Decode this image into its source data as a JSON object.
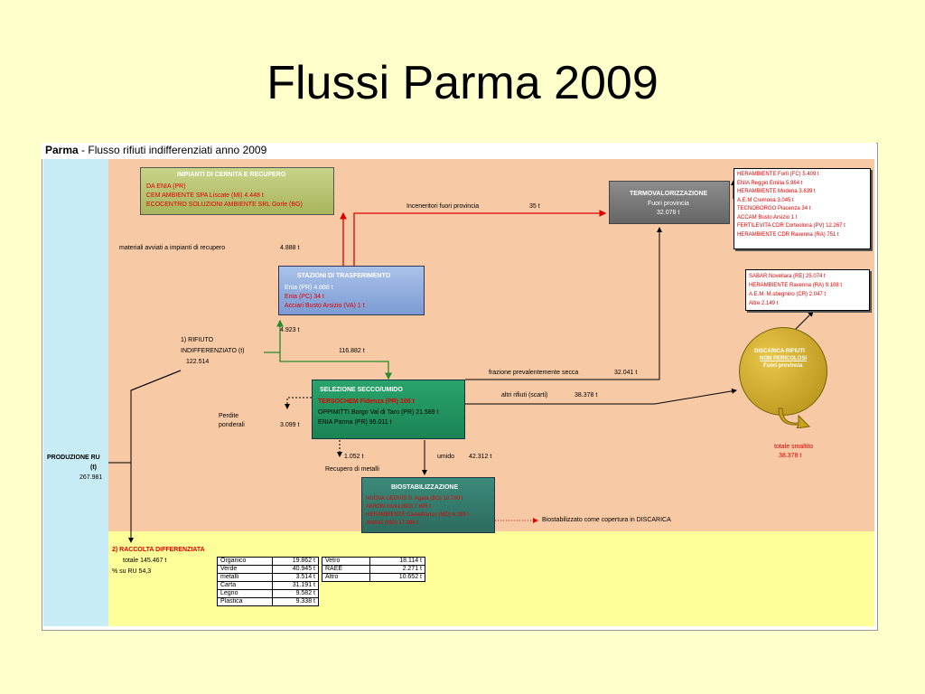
{
  "slide": {
    "title": "Flussi Parma 2009"
  },
  "panel": {
    "header_bold": "Parma",
    "header_rest": " - Flusso rifiuti indifferenziati anno 2009"
  },
  "cernita": {
    "title": "IMPIANTI DI CERNITA E RECUPERO",
    "lines": [
      "DA ENIA (PR)",
      "CEM AMBIENTE SPA Liscate (MI) 4.448 t",
      "ECOCENTRO SOLUZIONI AMBIENTE SRL Gorle (BG)"
    ]
  },
  "termo": {
    "title": "TERMOVALORIZZAZIONE",
    "line1": "Fuori provincia",
    "line2": "32.078 t"
  },
  "stazioni": {
    "title": "STAZIONI DI TRASFERIMENTO",
    "lines": [
      "Enia (PR) 4.888 t",
      "Enia (PC) 34 t",
      "Acciari Busto Arsizio (VA) 1 t"
    ]
  },
  "selezione": {
    "title": "SELEZIONE SECCO/UMIDO",
    "lines": [
      "TERSOCHEM Fidenza (PR) 100 t",
      "OPPIMITTI Borgo Val di Taro (PR) 21.589 t",
      "ENIA Parma (PR) 95.011 t"
    ]
  },
  "biostab": {
    "title": "BIOSTABILIZZAZIONE",
    "lines": [
      "NUOVA GEOVIS S. Agata (BO) 10.790 t",
      "AKRON Imola (BO) 7.605 t",
      "HERAMBIENTE Castelfranco (MO) 6.299 t",
      "AIMAG (MO) 17.686 t"
    ]
  },
  "discarica": {
    "line1": "DISCARICA RIFIUTI",
    "line2": "NON PERICOLOSI",
    "line3": "Fuori provincia"
  },
  "list_termo": [
    "HERAMBIENTE Forlì (FC) 5.409 t",
    "ENIA Reggio Emilia 5.964 t",
    "HERAMBIENTE Modena 3.639 t",
    "A.E.M Cremona 3.045 t",
    "TECNOBORGO Piacenza 34 t",
    "ACCAM Busto Arsizio 1 t",
    "FERTILEVITA CDR Corteolona (PV) 12.267 t",
    "HERAMBIENTE CDR Ravenna (RA) 751 t"
  ],
  "list_discarica": [
    "SABAR Novellara (RE) 25.074 t",
    "HERAMBIENTE Ravenna (RA) 9.108 t",
    "A.E.M. M.sbegnino (CR) 2.047 t",
    "Altre 2.149 t"
  ],
  "labels": {
    "inceneritori": "Inceneritori fuori provincia",
    "inceneritori_val": "35 t",
    "materiali": "materiali avviati a impianti di recupero",
    "materiali_val": "4.888 t",
    "stazioni_val": "4.923 t",
    "rifiuto1": "1) RIFIUTO",
    "rifiuto2": "INDIFFERENZIATO (t)",
    "rifiuto3": "122.514",
    "flow_selez": "116.882 t",
    "frazione": "frazione prevalentemente secca",
    "frazione_val": "32.041 t",
    "altri": "altri rifiuti (scarti)",
    "altri_val": "38.378 t",
    "perdite1": "Perdite",
    "perdite2": "ponderali",
    "perdite_val": "3.099 t",
    "recupero_val": "1.052 t",
    "recupero": "Recupero di metalli",
    "umido": "umido",
    "umido_val": "42.312 t",
    "biostab_use": "Biostabilizzato come copertura in DISCARICA",
    "totale": "totale smaltito",
    "totale_val": "38.378 t",
    "prod1": "PRODUZIONE RU",
    "prod2": "(t)",
    "prod3": "267.981",
    "racc": "2) RACCOLTA DIFFERENZIATA",
    "racc_tot": "totale  145.467 t",
    "racc_pct": "% su RU    54,3"
  },
  "table_left": [
    [
      "Organico",
      "19.862  t"
    ],
    [
      "Verde",
      "40.945  t"
    ],
    [
      "metalli",
      "3.514  t"
    ],
    [
      "Carta",
      "31.191  t"
    ],
    [
      "Legno",
      "9.582  t"
    ],
    [
      "Plastica",
      "9.338  t"
    ]
  ],
  "table_right": [
    [
      "Vetro",
      "18.114  t"
    ],
    [
      "RAEE",
      "2.271  t"
    ],
    [
      "Altro",
      "10.652  t"
    ]
  ]
}
